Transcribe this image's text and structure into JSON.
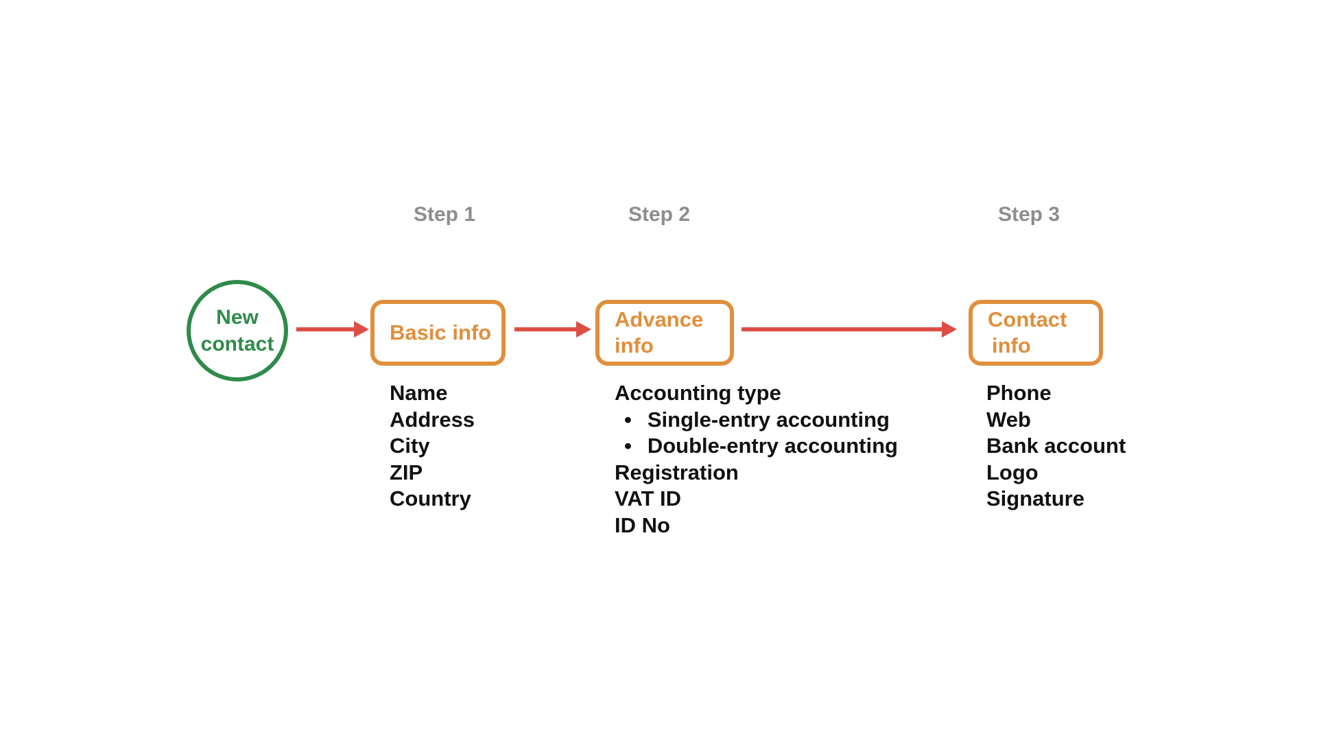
{
  "diagram": {
    "bullet_char": "•",
    "colors": {
      "node_green": "#2e8b4a",
      "box_orange": "#e08f3c",
      "arrow_red": "#dd4f45",
      "step_gray": "#8d8d90",
      "text_black": "#111111",
      "background": "#ffffff"
    },
    "start_node": {
      "label_line1": "New",
      "label_line2": "contact"
    },
    "steps": [
      {
        "step_label": "Step 1",
        "box_label_line1": "Basic info",
        "box_label_line2": "",
        "items": [
          "Name",
          "Address",
          "City",
          "ZIP",
          "Country"
        ]
      },
      {
        "step_label": "Step 2",
        "box_label_line1": "Advance",
        "box_label_line2": "info",
        "items": [
          "Accounting type",
          "Single-entry accounting",
          "Double-entry accounting",
          "Registration",
          "VAT ID",
          "ID No"
        ],
        "bulleted_item_indexes": [
          1,
          2
        ]
      },
      {
        "step_label": "Step 3",
        "box_label_line1": "Contact",
        "box_label_line2": "info",
        "items": [
          "Phone",
          "Web",
          "Bank account",
          "Logo",
          "Signature"
        ]
      }
    ]
  }
}
